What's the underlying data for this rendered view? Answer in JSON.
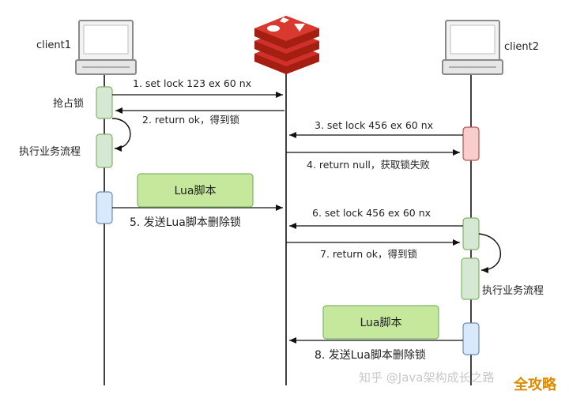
{
  "participants": {
    "client1": "client1",
    "client2": "client2"
  },
  "steps": [
    {
      "label": "1. set lock 123 ex 60 nx"
    },
    {
      "label": "2. return ok，得到锁"
    },
    {
      "label": "3. set lock 456 ex 60 nx"
    },
    {
      "label": "4. return null，获取锁失败"
    },
    {
      "label": "5. 发送Lua脚本删除锁"
    },
    {
      "label": "6. set lock 456 ex 60 nx"
    },
    {
      "label": "7. return ok，得到锁"
    },
    {
      "label": "8. 发送Lua脚本删除锁"
    }
  ],
  "notes": {
    "c1_grab": "抢占锁",
    "c1_exec": "执行业务流程",
    "c2_exec": "执行业务流程"
  },
  "lua_boxes": {
    "box1": "Lua脚本",
    "box2": "Lua脚本"
  },
  "watermark": {
    "text": "知乎 @Java架构成长之路",
    "badge": "全攻略"
  },
  "colors": {
    "green_fill": "#d5e8d4",
    "green_stroke": "#82b366",
    "red_fill": "#f8cecc",
    "red_stroke": "#b85450",
    "blue_fill": "#dae8fc",
    "blue_stroke": "#6c8ebf",
    "lua_fill": "#c5e89c",
    "lua_stroke": "#82b366",
    "redis_red": "#d0302a"
  }
}
